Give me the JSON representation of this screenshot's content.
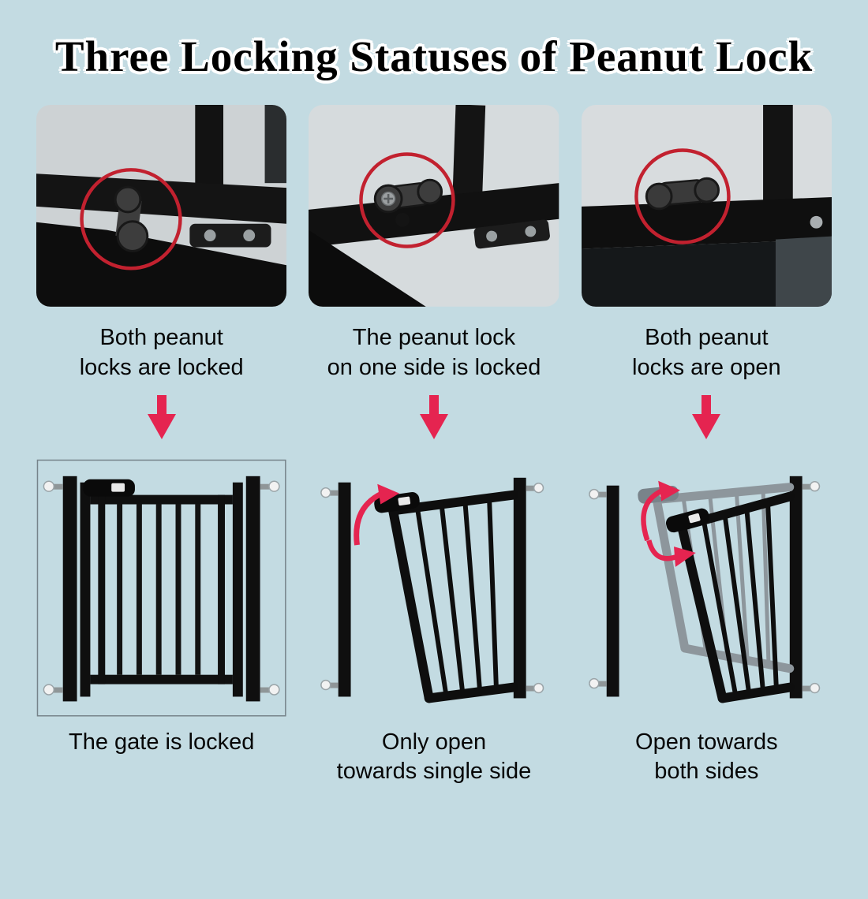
{
  "title": "Three Locking Statuses of  Peanut Lock",
  "colors": {
    "background": "#c3dbe2",
    "arrow_red": "#e52450",
    "highlight_circle_red": "#c2212f",
    "text": "#060606",
    "gate_black": "#0f0f0f",
    "ghost_door_gray": "#8d969c"
  },
  "icons": {
    "down_arrow": "red-down-arrow",
    "highlight": "red-circle-outline",
    "swing_arrow": "red-curved-arrow"
  },
  "columns": [
    {
      "lock_caption": "Both peanut\nlocks are locked",
      "gate_caption": "The gate is locked"
    },
    {
      "lock_caption": "The peanut lock\non one side is locked",
      "gate_caption": "Only open\ntowards single side"
    },
    {
      "lock_caption": "Both peanut\nlocks are open",
      "gate_caption": "Open towards\nboth sides"
    }
  ]
}
